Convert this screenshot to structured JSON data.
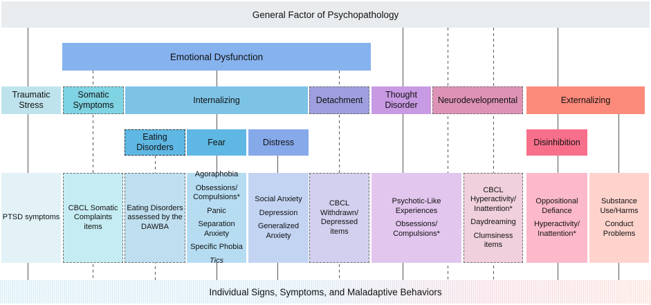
{
  "top": {
    "general": "General Factor of Psychopathology"
  },
  "emotional": {
    "label": "Emotional Dysfunction"
  },
  "spectra": {
    "traumatic": "Traumatic Stress",
    "somatic": "Somatic Symptoms",
    "internalizing": "Internalizing",
    "detachment": "Detachment",
    "thought": "Thought Disorder",
    "neuro": "Neurodevelopmental",
    "externalizing": "Externalizing"
  },
  "subfactors": {
    "eating": "Eating Disorders",
    "fear": "Fear",
    "distress": "Distress",
    "disinhibition": "Disinhibition"
  },
  "leaves": {
    "ptsd": [
      "PTSD symptoms"
    ],
    "cbcl_somatic": [
      "CBCL Somatic Complaints items"
    ],
    "eating": [
      "Eating Disorders assessed by the DAWBA"
    ],
    "fear": [
      "Agoraphobia",
      "Obsessions/ Compulsions*",
      "Panic",
      "Separation Anxiety",
      "Specific Phobia",
      "Tics"
    ],
    "distress": [
      "Social Anxiety",
      "Depression",
      "Generalized Anxiety"
    ],
    "detachment": [
      "CBCL Withdrawn/ Depressed items"
    ],
    "thought": [
      "Psychotic-Like Experiences",
      "Obsessions/ Compulsions*"
    ],
    "neuro": [
      "CBCL Hyperactivity/ Inattention*",
      "Daydreaming",
      "Clumsiness items"
    ],
    "disinhibition": [
      "Oppositional Defiance",
      "Hyperactivity/ Inattention*"
    ],
    "externalizing": [
      "Substance Use/Harms",
      "Conduct Problems"
    ]
  },
  "bottom": {
    "label": "Individual Signs, Symptoms, and Maladaptive Behaviors"
  },
  "colors": {
    "general": "#e8ecef",
    "emotional": "#86b2ee",
    "traumatic": "#bfe3ec",
    "somatic": "#7fd3e2",
    "internalizing": "#7dc3e6",
    "fear_eating": "#5fb7e3",
    "distress": "#86a9ea",
    "detachment": "#9f9ede",
    "thought": "#c89ae3",
    "neuro": "#de93b6",
    "externalizing": "#fc8a7b",
    "disinhibition": "#f76f8b"
  }
}
